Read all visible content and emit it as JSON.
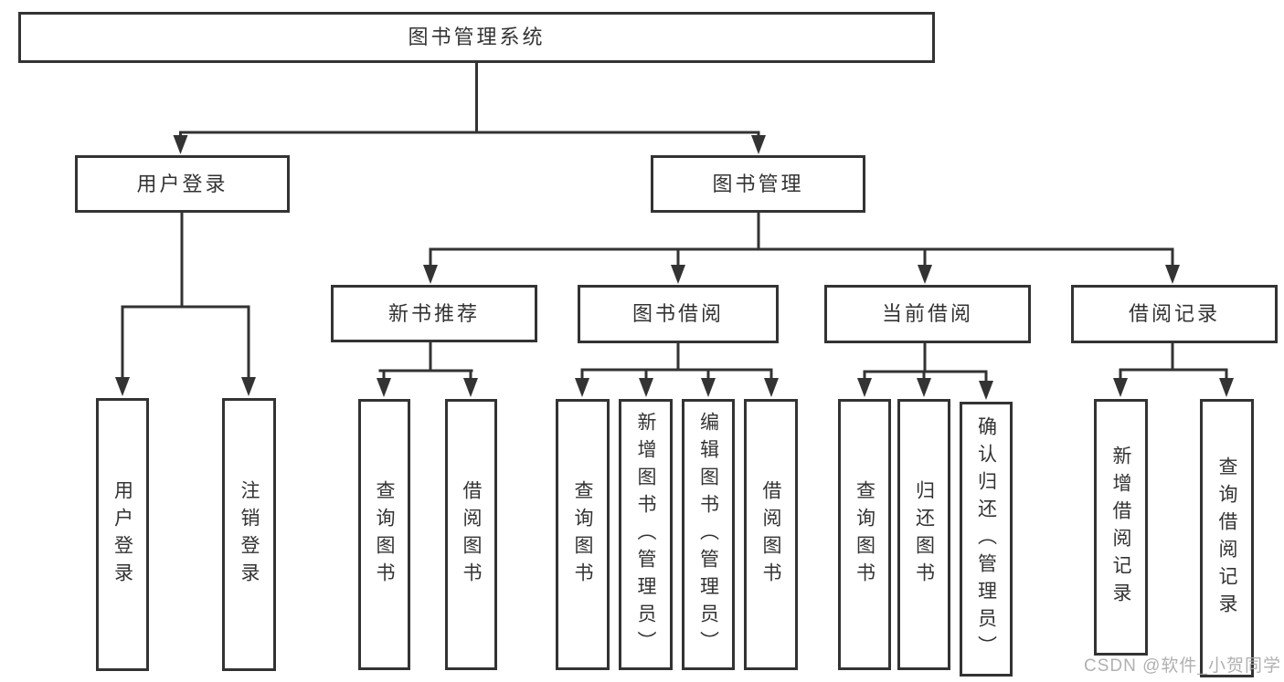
{
  "diagram": {
    "nodes": {
      "root": "图书管理系统",
      "user_login": "用户登录",
      "book_management": "图书管理",
      "new_book_recommend": "新书推荐",
      "book_borrow": "图书借阅",
      "current_borrow": "当前借阅",
      "borrow_record": "借阅记录"
    },
    "leaves": {
      "user_login": [
        "用户登录",
        "注销登录"
      ],
      "new_book_recommend": [
        "查询图书",
        "借阅图书"
      ],
      "book_borrow": [
        "查询图书",
        "新增图书（管理员）",
        "编辑图书（管理员）",
        "借阅图书"
      ],
      "current_borrow": [
        "查询图书",
        "归还图书",
        "确认归还（管理员）"
      ],
      "borrow_record": [
        "新增借阅记录",
        "查询借阅记录"
      ]
    }
  },
  "watermark": {
    "text": "CSDN @软件_小贺同学",
    "color": "#a8a8a8"
  },
  "colors": {
    "line": "#333333",
    "text": "#333333",
    "box_background": "#ffffff",
    "page_background": "#ffffff"
  }
}
